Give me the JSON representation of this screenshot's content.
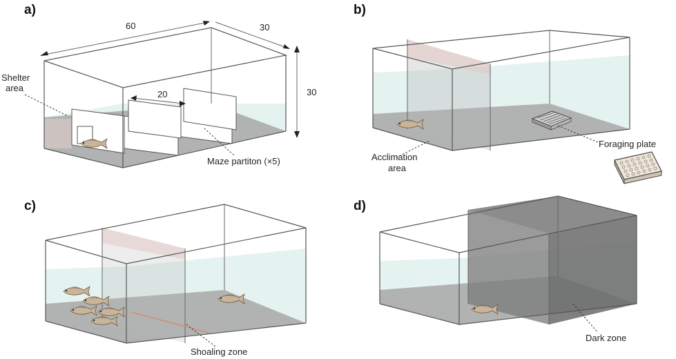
{
  "panels": {
    "a": {
      "label": "a)",
      "dim_length": "60",
      "dim_width": "30",
      "dim_height": "30",
      "dim_spacing": "20",
      "shelter_line1": "Shelter",
      "shelter_line2": "area",
      "maze_label": "Maze partiton (×5)"
    },
    "b": {
      "label": "b)",
      "acclimation_line1": "Acclimation",
      "acclimation_line2": "area",
      "foraging_label": "Foraging plate"
    },
    "c": {
      "label": "c)",
      "shoaling_label": "Shoaling zone"
    },
    "d": {
      "label": "d)",
      "dark_label": "Dark zone"
    }
  },
  "colors": {
    "water": "#cfe9e4",
    "floor": "#9e9e9e",
    "dark_zone": "#7a7a7a",
    "fish_body": "#c9b49a",
    "shoal_line": "#d9896b"
  }
}
